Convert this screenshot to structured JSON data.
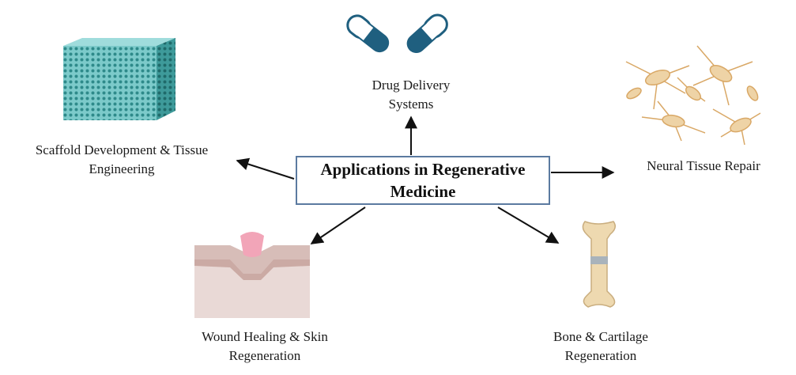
{
  "center": {
    "line1": "Applications in Regenerative",
    "line2": "Medicine"
  },
  "nodes": {
    "drug_delivery": {
      "line1": "Drug Delivery",
      "line2": "Systems"
    },
    "scaffold": {
      "line1": "Scaffold Development & Tissue",
      "line2": "Engineering"
    },
    "neural": {
      "line1": "Neural Tissue Repair"
    },
    "wound": {
      "line1": "Wound Healing & Skin",
      "line2": "Regeneration"
    },
    "bone": {
      "line1": "Bone & Cartilage",
      "line2": "Regeneration"
    }
  },
  "icons": [
    "capsule-icon",
    "scaffold-cube-icon",
    "neuron-cells-icon",
    "skin-wound-icon",
    "bone-icon"
  ],
  "colors": {
    "box_border": "#5b7aa0",
    "capsule_dark": "#1f5f7f",
    "scaffold_teal": "#5fb3b3",
    "neuron_tan": "#e8c48e",
    "skin_pink": "#f2a5b8",
    "bone_beige": "#eed9b0"
  }
}
